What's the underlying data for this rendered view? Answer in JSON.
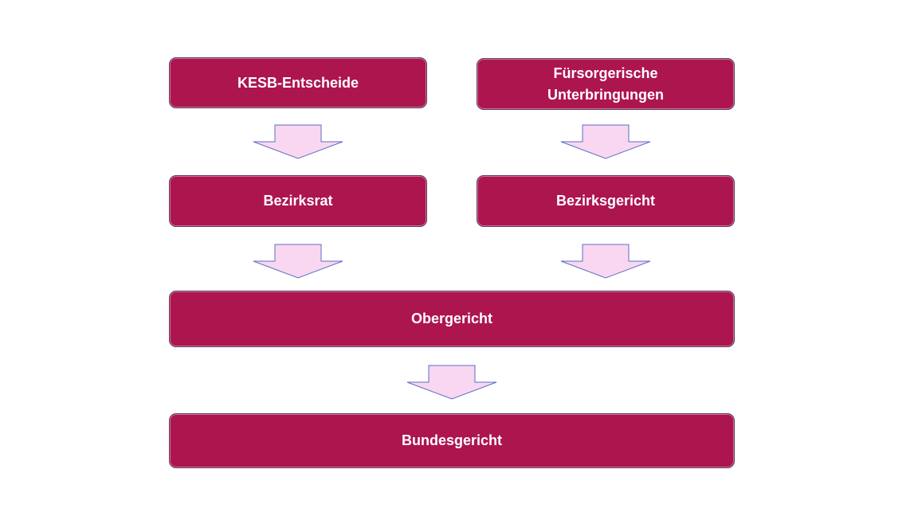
{
  "colors": {
    "box_fill": "#ad154e",
    "box_text": "#ffffff",
    "arrow_fill": "#fad7f0",
    "arrow_stroke": "#5a6ec8"
  },
  "nodes": {
    "kesb": "KESB-Entscheide",
    "fuersorge_line1": "Fürsorgerische",
    "fuersorge_line2": "Unterbringungen",
    "bezirksrat": "Bezirksrat",
    "bezirksgericht": "Bezirksgericht",
    "obergericht": "Obergericht",
    "bundesgericht": "Bundesgericht"
  }
}
